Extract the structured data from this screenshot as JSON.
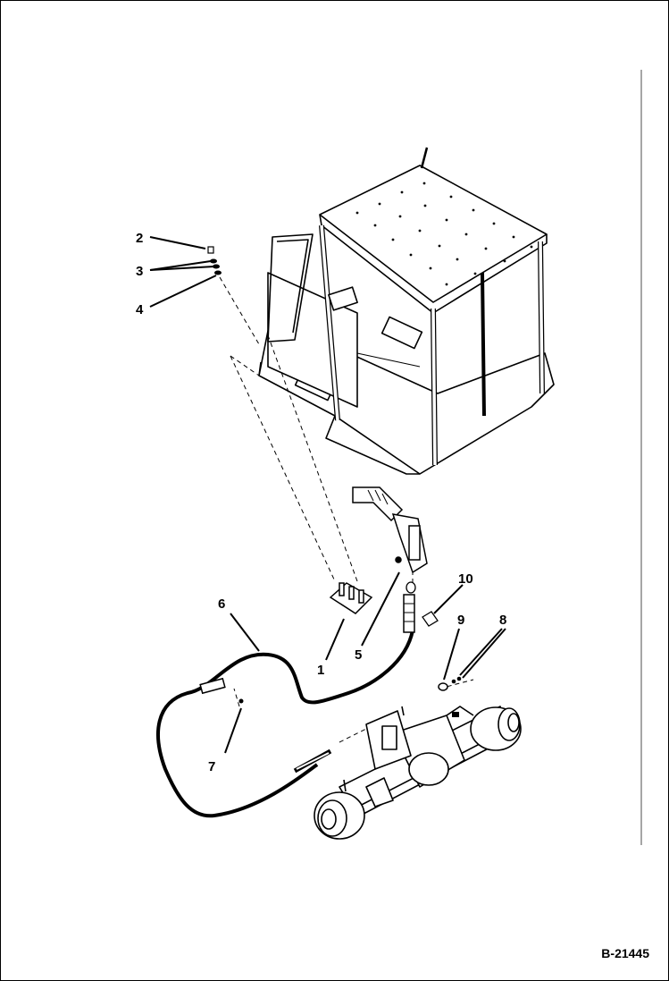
{
  "drawing_number": "B-21445",
  "callouts": [
    {
      "id": "c1",
      "label": "1"
    },
    {
      "id": "c2",
      "label": "2"
    },
    {
      "id": "c3",
      "label": "3"
    },
    {
      "id": "c4",
      "label": "4"
    },
    {
      "id": "c5",
      "label": "5"
    },
    {
      "id": "c6",
      "label": "6"
    },
    {
      "id": "c7",
      "label": "7"
    },
    {
      "id": "c8",
      "label": "8"
    },
    {
      "id": "c9",
      "label": "9"
    },
    {
      "id": "c10",
      "label": "10"
    }
  ],
  "colors": {
    "line": "#000000",
    "background": "#ffffff",
    "part_fill": "#ffffff",
    "shade": "#d9d9d9"
  }
}
